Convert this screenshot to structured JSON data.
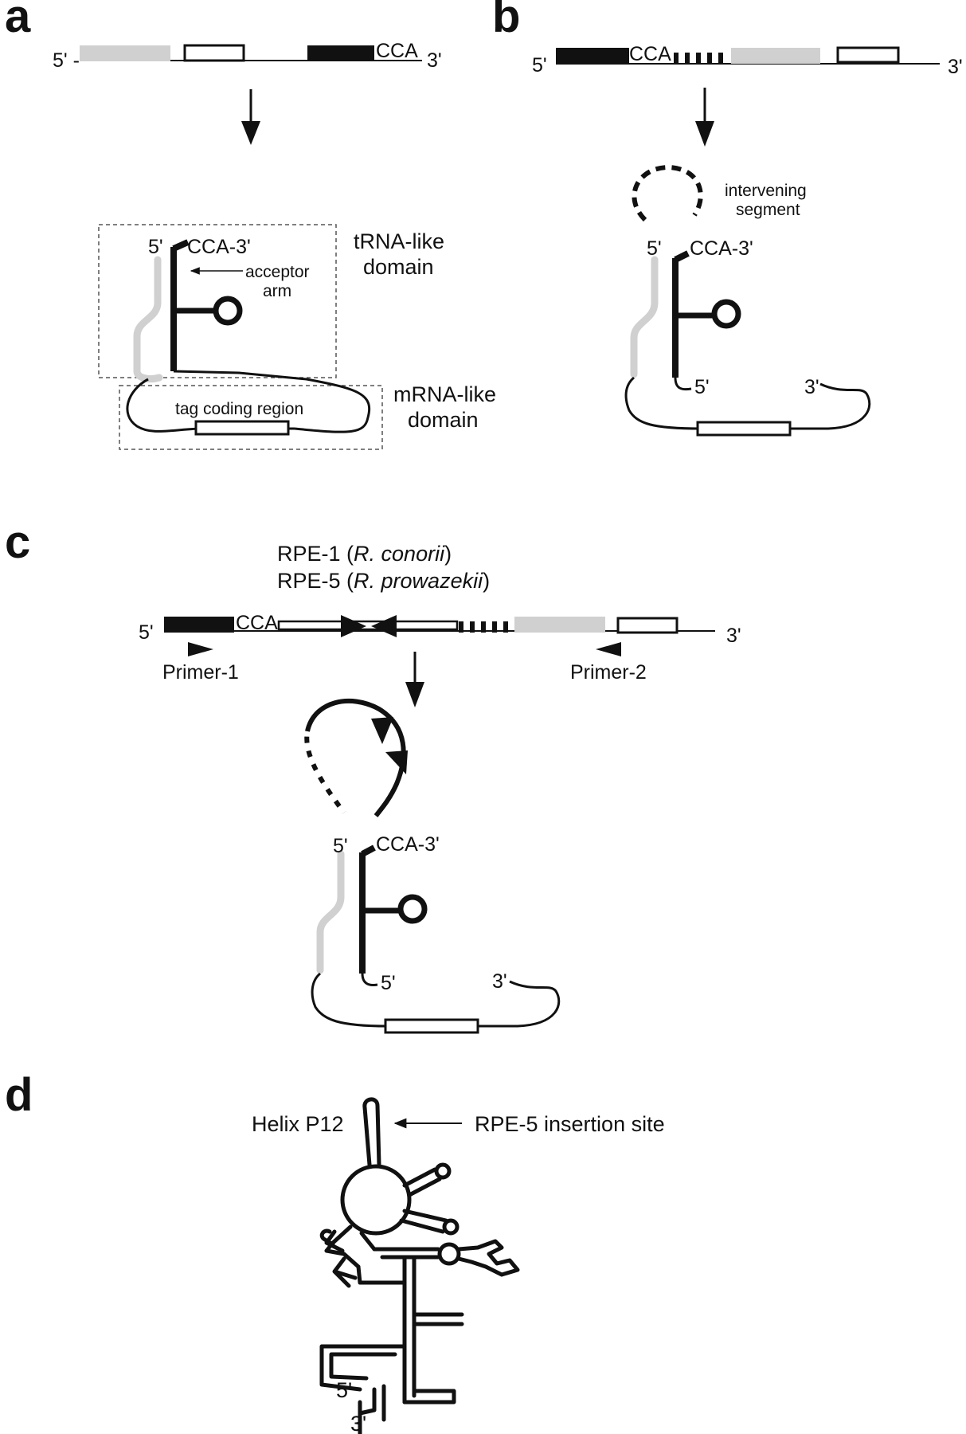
{
  "panels": {
    "a": {
      "letter": "a",
      "five_prime": "5' -",
      "three_prime": "3'",
      "cca": "CCA",
      "struct_5": "5'",
      "struct_cca3": "CCA-3'",
      "acceptor_1": "acceptor",
      "acceptor_2": "arm",
      "trna_1": "tRNA-like",
      "trna_2": "domain",
      "tag": "tag coding region",
      "mrna_1": "mRNA-like",
      "mrna_2": "domain"
    },
    "b": {
      "letter": "b",
      "five_prime": "5'",
      "three_prime": "3'",
      "cca": "CCA",
      "intervening_1": "intervening",
      "intervening_2": "segment",
      "struct_5": "5'",
      "struct_cca3": "CCA-3'",
      "lower_5": "5'",
      "lower_3": "3'"
    },
    "c": {
      "letter": "c",
      "rpe1_pre": "RPE-1 (",
      "rpe1_species": "R. conorii",
      "rpe1_post": ")",
      "rpe5_pre": "RPE-5 (",
      "rpe5_species": "R. prowazekii",
      "rpe5_post": ")",
      "five_prime": "5'",
      "three_prime": "3'",
      "cca": "CCA",
      "primer1": "Primer-1",
      "primer2": "Primer-2",
      "struct_5": "5'",
      "struct_cca3": "CCA-3'",
      "lower_5": "5'",
      "lower_3": "3'"
    },
    "d": {
      "letter": "d",
      "helix": "Helix P12",
      "insertion": "RPE-5 insertion site",
      "five_prime": "5'",
      "three_prime": "3'"
    }
  },
  "colors": {
    "ink": "#111111",
    "gray_region": "#d0d0d0",
    "dashed_box": "#555555"
  }
}
